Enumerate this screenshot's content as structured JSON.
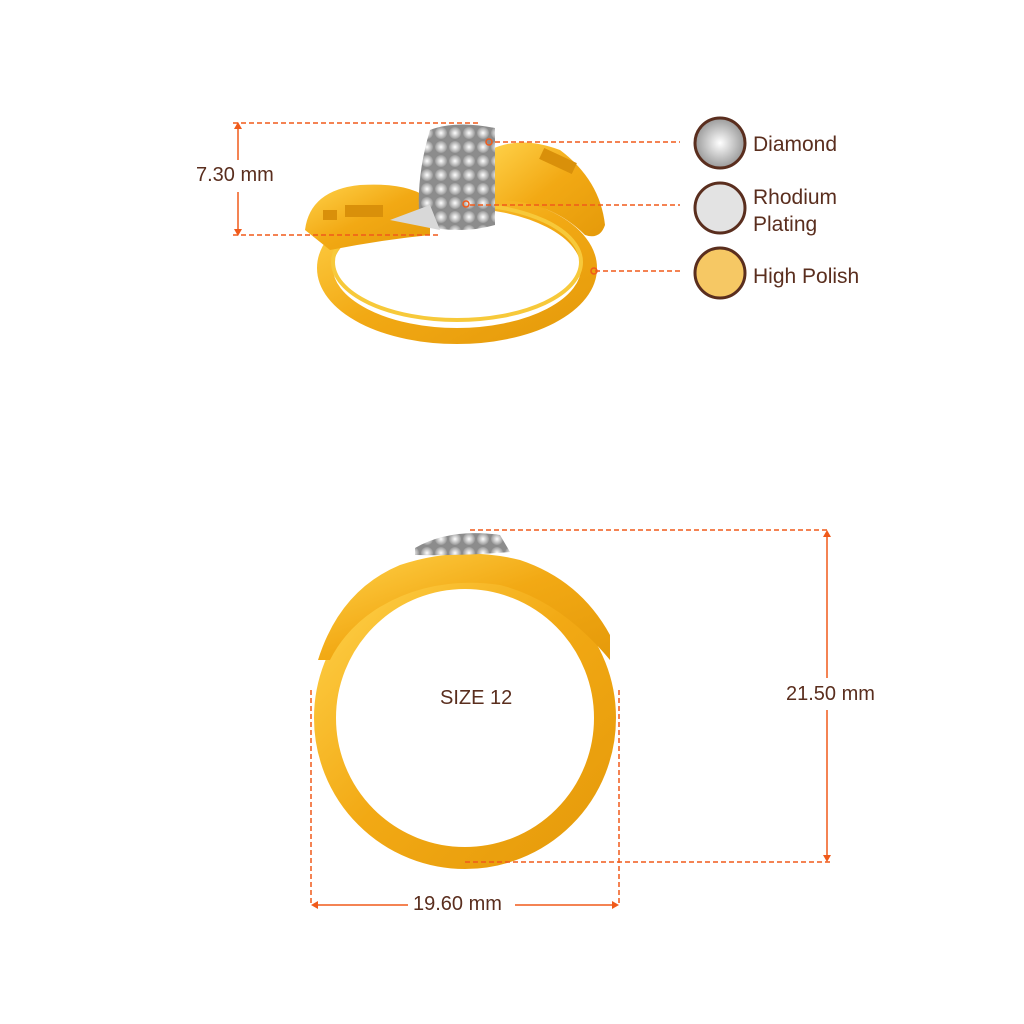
{
  "dimensions": {
    "height_top": "7.30 mm",
    "height_front": "21.50 mm",
    "width_front": "19.60 mm",
    "size": "SIZE 12"
  },
  "legend": [
    {
      "label": "Diamond",
      "icon": "diamond-swatch-icon",
      "color": "#e8e8e8"
    },
    {
      "label": "Rhodium\nPlating",
      "line1": "Rhodium",
      "line2": "Plating",
      "icon": "rhodium-swatch-icon",
      "color": "#e3e3e3"
    },
    {
      "label": "High Polish",
      "icon": "high-polish-swatch-icon",
      "color": "#f6c864"
    }
  ],
  "colors": {
    "accent": "#f05a1a",
    "text": "#5a2e1e",
    "gold": "#f2b21c",
    "outline": "#5a2e1e"
  }
}
